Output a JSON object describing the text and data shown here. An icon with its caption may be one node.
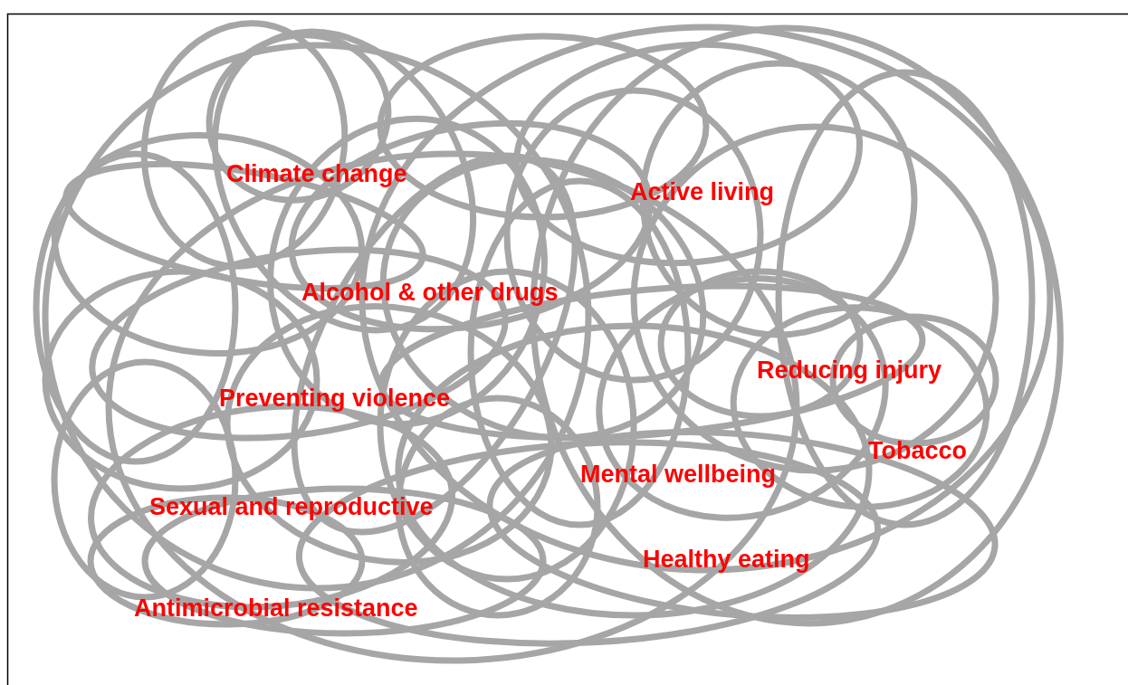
{
  "diagram": {
    "labels": [
      "Climate change",
      "Active living",
      "Alcohol & other drugs",
      "Reducing injury",
      "Preventing violence",
      "Tobacco",
      "Mental wellbeing",
      "Sexual and reproductive",
      "Healthy eating",
      "Antimicrobial resistance"
    ]
  }
}
